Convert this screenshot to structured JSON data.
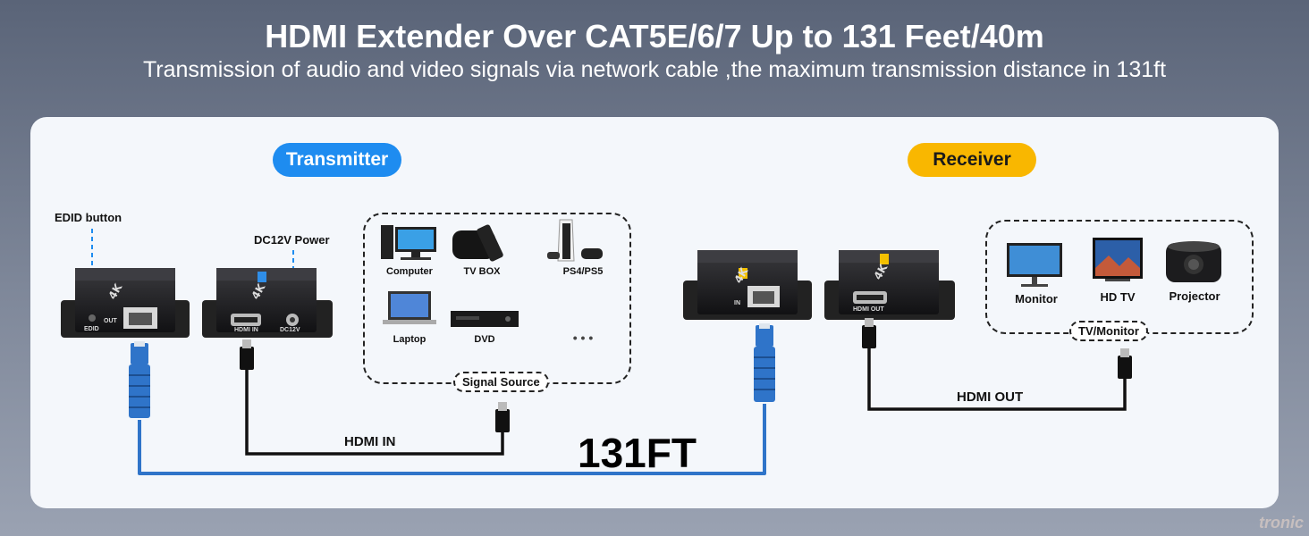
{
  "header": {
    "title": "HDMI Extender Over CAT5E/6/7 Up to 131 Feet/40m",
    "subtitle": "Transmission of audio and video signals via network cable ,the maximum transmission distance in 131ft"
  },
  "transmitter": {
    "badge": "Transmitter",
    "edid_label": "EDID button",
    "power_label": "DC12V Power",
    "unit1_ports": [
      "EDID",
      "OUT"
    ],
    "unit2_ports": [
      "HDMI IN",
      "DC12V"
    ]
  },
  "receiver": {
    "badge": "Receiver",
    "unit1_ports": [
      "IN"
    ],
    "unit2_ports": [
      "HDMI OUT"
    ]
  },
  "signal_source": {
    "tag": "Signal Source",
    "devices": [
      "Computer",
      "TV BOX",
      "PS4/PS5",
      "Laptop",
      "DVD",
      "• • •"
    ]
  },
  "display": {
    "tag": "TV/Monitor",
    "devices": [
      "Monitor",
      "HD TV",
      "Projector"
    ]
  },
  "cables": {
    "hdmi_in": "HDMI IN",
    "hdmi_out": "HDMI OUT",
    "distance": "131FT"
  },
  "colors": {
    "transmitter_accent": "#1e8cf0",
    "receiver_accent": "#f9b700",
    "network_cable": "#2f74c9",
    "device_body": "#1b1b1d"
  },
  "watermark": "tronic"
}
